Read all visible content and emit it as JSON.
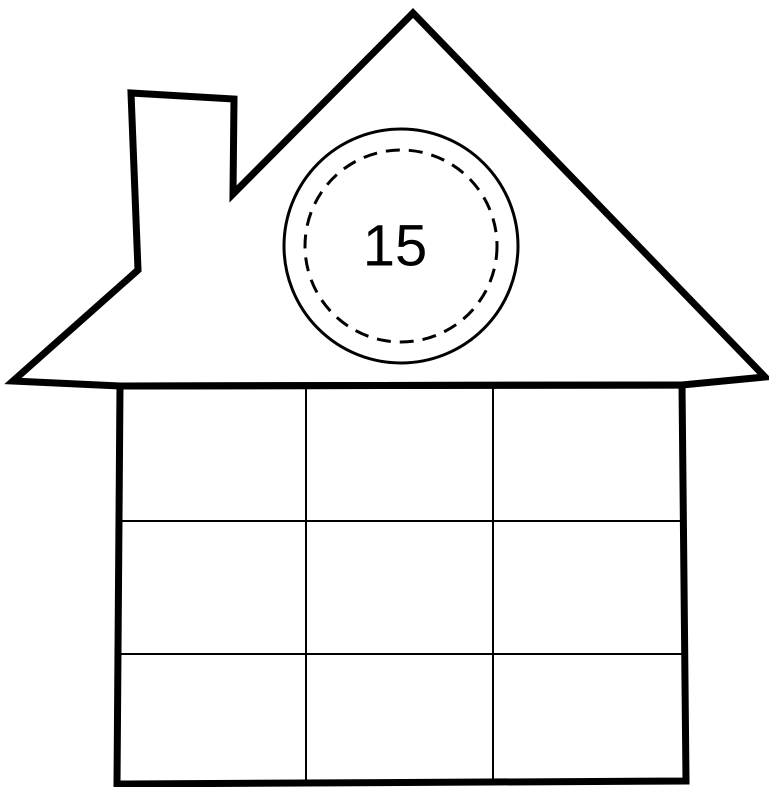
{
  "roof": {
    "number": "15"
  },
  "grid": {
    "rows": 3,
    "columns": 3,
    "cells": [
      [
        "",
        "",
        ""
      ],
      [
        "",
        "",
        ""
      ],
      [
        "",
        "",
        ""
      ]
    ]
  },
  "colors": {
    "stroke": "#000000",
    "background": "#ffffff"
  }
}
